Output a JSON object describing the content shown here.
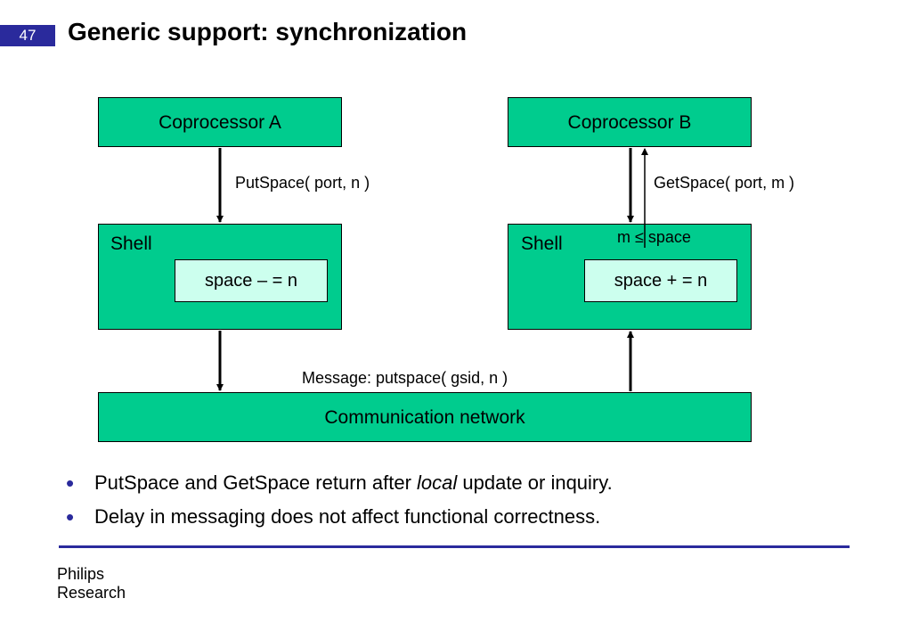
{
  "slide": {
    "number": "47",
    "title": "Generic support: synchronization"
  },
  "diagram": {
    "coprocessor_a": "Coprocessor A",
    "coprocessor_b": "Coprocessor B",
    "shell_a_label": "Shell",
    "shell_b_label": "Shell",
    "shell_a_op": "space – = n",
    "shell_b_op": "space + = n",
    "putspace_call": "PutSpace( port, n )",
    "getspace_call": "GetSpace( port, m )",
    "condition": "m ≤ space",
    "message": "Message: putspace( gsid, n )",
    "network": "Communication network"
  },
  "bullets": {
    "b1_before": "PutSpace and GetSpace return after ",
    "b1_emph": "local",
    "b1_after": " update or inquiry.",
    "b2": "Delay in messaging does not affect functional correctness."
  },
  "footer": {
    "line1": "Philips",
    "line2": "Research"
  },
  "colors": {
    "box_fill": "#00cc8e",
    "inner_fill": "#ccffee",
    "accent": "#2a2a9c"
  }
}
